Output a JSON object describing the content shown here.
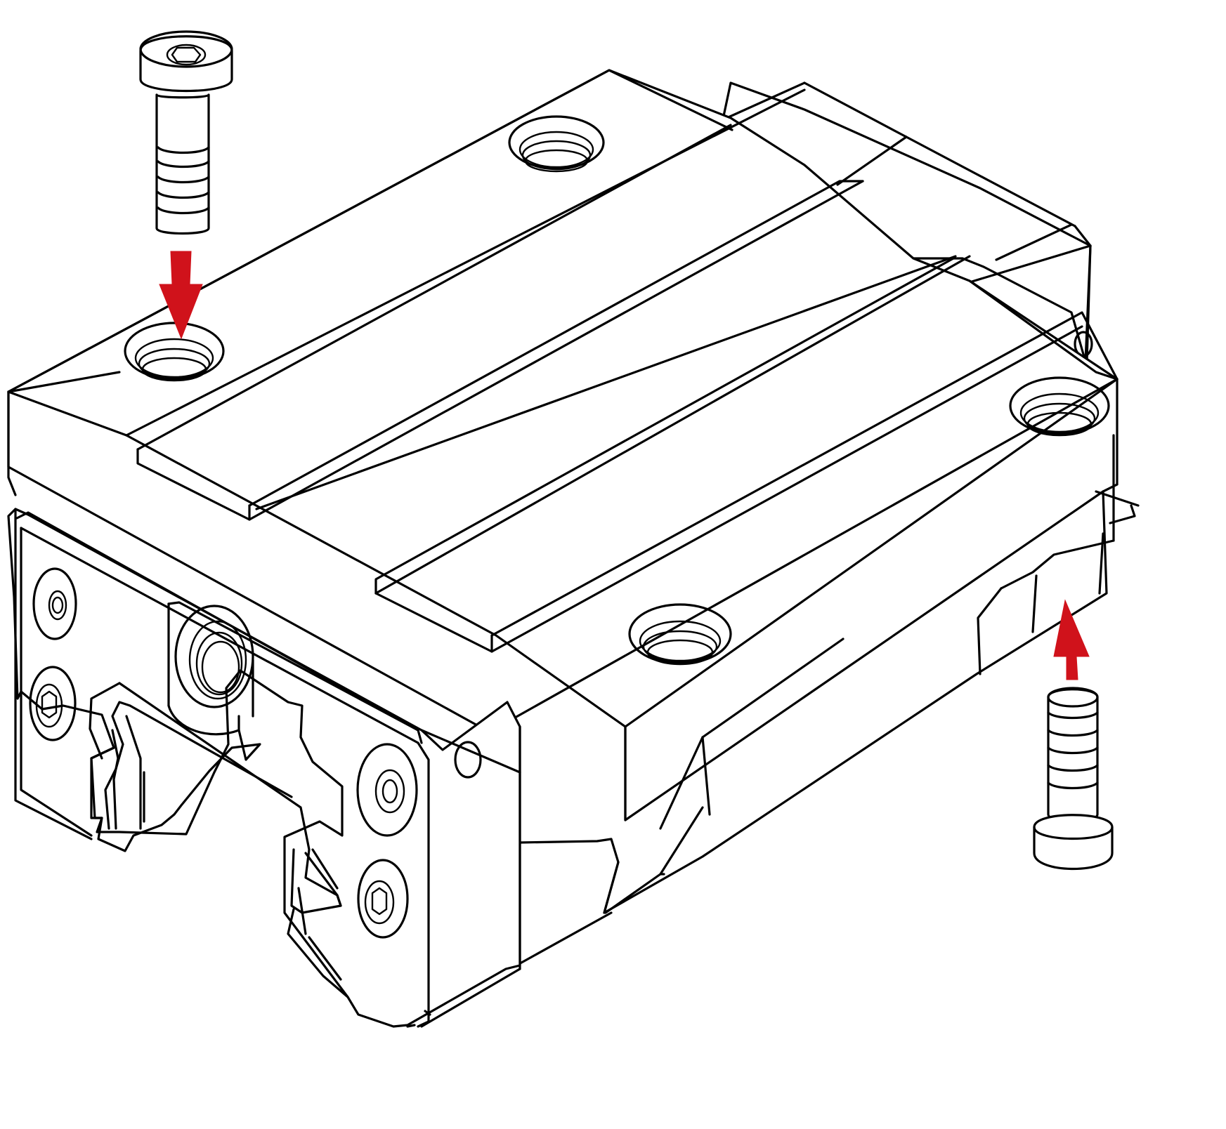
{
  "figure": {
    "type": "exploded-assembly-illustration",
    "subject": "linear-guide-carriage-block",
    "background_color": "#ffffff",
    "line_color": "#000000",
    "accent_color": "#d0121b",
    "parts": {
      "carriage_block": "linear-guide-carriage",
      "top_screw": "socket-head-cap-screw",
      "bottom_screw": "socket-head-cap-screw"
    },
    "arrows": [
      {
        "name": "insert-from-top-arrow",
        "direction": "down",
        "color": "#d0121b"
      },
      {
        "name": "insert-from-bottom-arrow",
        "direction": "up",
        "color": "#d0121b"
      }
    ]
  }
}
